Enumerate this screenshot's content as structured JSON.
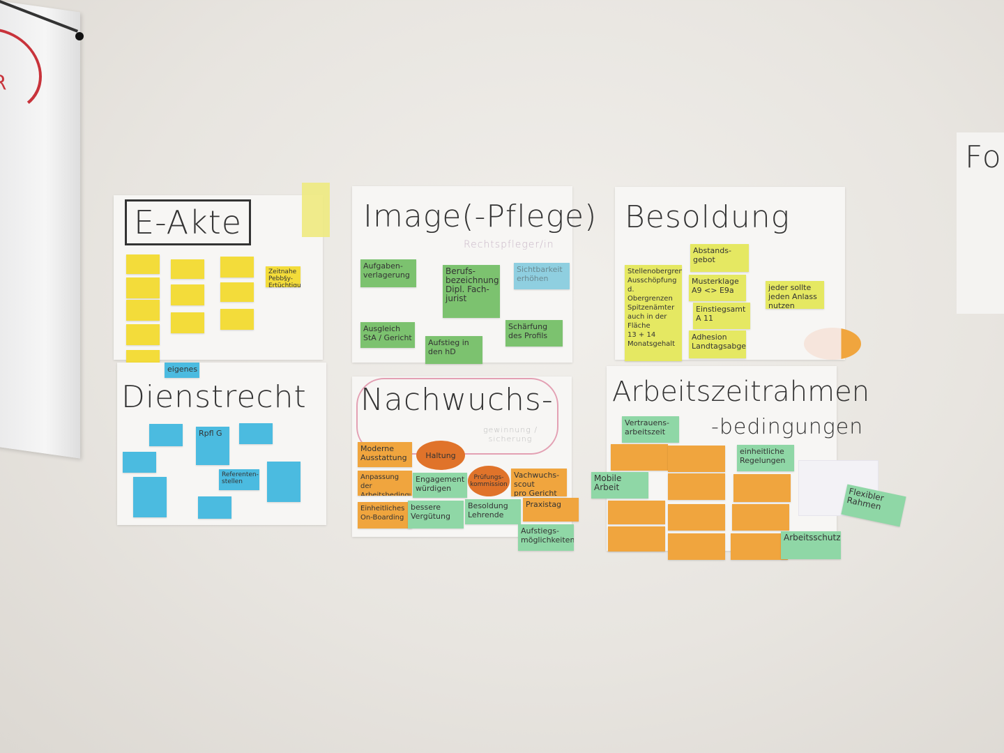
{
  "flag": {
    "letter": "R"
  },
  "right_sheet": {
    "text": "Fo"
  },
  "posters": {
    "eakte": {
      "title": "E-Akte",
      "notes": [
        "",
        "",
        "",
        "",
        "",
        "",
        "",
        "",
        "",
        "",
        "",
        "",
        "Zeitnahe Pebb§y-Ertüchtigung"
      ]
    },
    "image": {
      "title": "Image(-Pflege)",
      "subtitle": "Rechtspfleger/in",
      "notes": [
        "Aufgaben-\nverlagerung",
        "Berufs-\nbezeichnung\nDipl. Fach-\njurist",
        "Sichtbarkeit\nerhöhen",
        "Ausgleich\nStA / Gericht",
        "Aufstieg in\nden hD",
        "Schärfung\ndes Profils"
      ]
    },
    "besoldung": {
      "title": "Besoldung",
      "notes": [
        "Abstands-\ngebot",
        "Stellenobergrenzen\nAusschöpfung\nd. Obergrenzen\nSpitzenämter\nauch in der\nFläche\n13 + 14\nMonatsgehalt",
        "Musterklage\nA9 <> E9a",
        "Einstiegsamt\nA 11",
        "Adhesion\nLandtagsabgeord.",
        "jeder sollte\njeden Anlass\nnutzen"
      ]
    },
    "dienstrecht": {
      "title": "Dienstrecht",
      "tag": "eigenes",
      "notes": [
        "",
        "Rpfl G",
        "",
        "",
        "",
        "Referenten-\nstellen",
        "",
        "",
        ""
      ]
    },
    "nachwuchs": {
      "title": "Nachwuchs-",
      "cloud": "gewinnung / sicherung",
      "notes": [
        "Moderne\nAusstattung",
        "Anpassung der\nArbeitsbedingungen",
        "Einheitliches\nOn-Boarding",
        "Engagement\nwürdigen",
        "bessere\nVergütung",
        "Besoldung\nLehrende",
        "Vachwuchs-\nscout\npro Gericht",
        "Praxistag",
        "Aufstiegs-\nmöglichkeiten"
      ],
      "ovals": [
        "Haltung",
        "Prüfungs-\nkommission"
      ]
    },
    "arbeitszeit": {
      "title": "Arbeitszeitrahmen",
      "title2": "-bedingungen",
      "notes": [
        "Vertrauens-\narbeitszeit",
        "Mobile\nArbeit",
        "einheitliche\nRegelungen",
        "Flexibler\nRahmen",
        "Arbeitsschutz",
        "",
        "",
        "",
        "",
        "",
        "",
        "",
        "",
        "",
        ""
      ]
    }
  }
}
